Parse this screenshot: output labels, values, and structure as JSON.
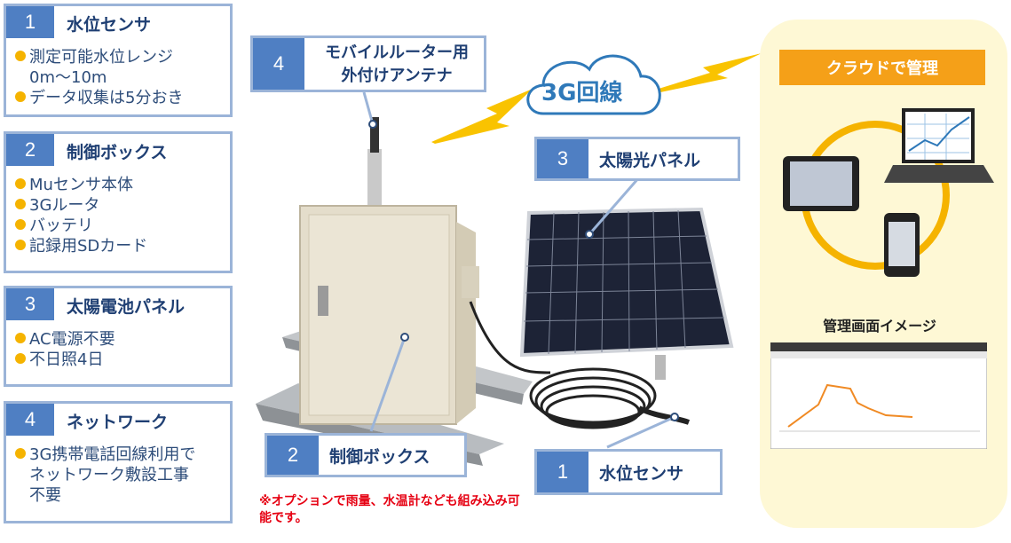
{
  "cards": [
    {
      "num": "1",
      "title": "水位センサ",
      "items": [
        [
          "測定可能水位レンジ",
          "0m〜10m"
        ],
        [
          "データ収集は5分おき"
        ]
      ]
    },
    {
      "num": "2",
      "title": "制御ボックス",
      "items": [
        [
          "Muセンサ本体"
        ],
        [
          "3Gルータ"
        ],
        [
          "バッテリ"
        ],
        [
          "記録用SDカード"
        ]
      ]
    },
    {
      "num": "3",
      "title": "太陽電池パネル",
      "items": [
        [
          "AC電源不要"
        ],
        [
          "不日照4日"
        ]
      ]
    },
    {
      "num": "4",
      "title": "ネットワーク",
      "items": [
        [
          "3G携帯電話回線利用で",
          "ネットワーク敷設工事",
          "不要"
        ]
      ]
    }
  ],
  "labels": {
    "antenna": {
      "num": "4",
      "text1": "モバイルルーター用",
      "text2": "外付けアンテナ"
    },
    "solar": {
      "num": "3",
      "text": "太陽光パネル"
    },
    "control": {
      "num": "2",
      "text": "制御ボックス"
    },
    "sensor": {
      "num": "1",
      "text": "水位センサ"
    }
  },
  "network_label": "3G回線",
  "cloud": {
    "title": "クラウドで管理",
    "screen_label": "管理画面イメージ"
  },
  "note": "※オプションで雨量、水温計なども組み込み可能です。",
  "colors": {
    "accent_blue": "#4f7fc3",
    "border_blue": "#9bb4d8",
    "bullet": "#f5b300",
    "cloud_bg": "#fef8d5",
    "orange": "#f5a018",
    "note_red": "#e60012"
  }
}
